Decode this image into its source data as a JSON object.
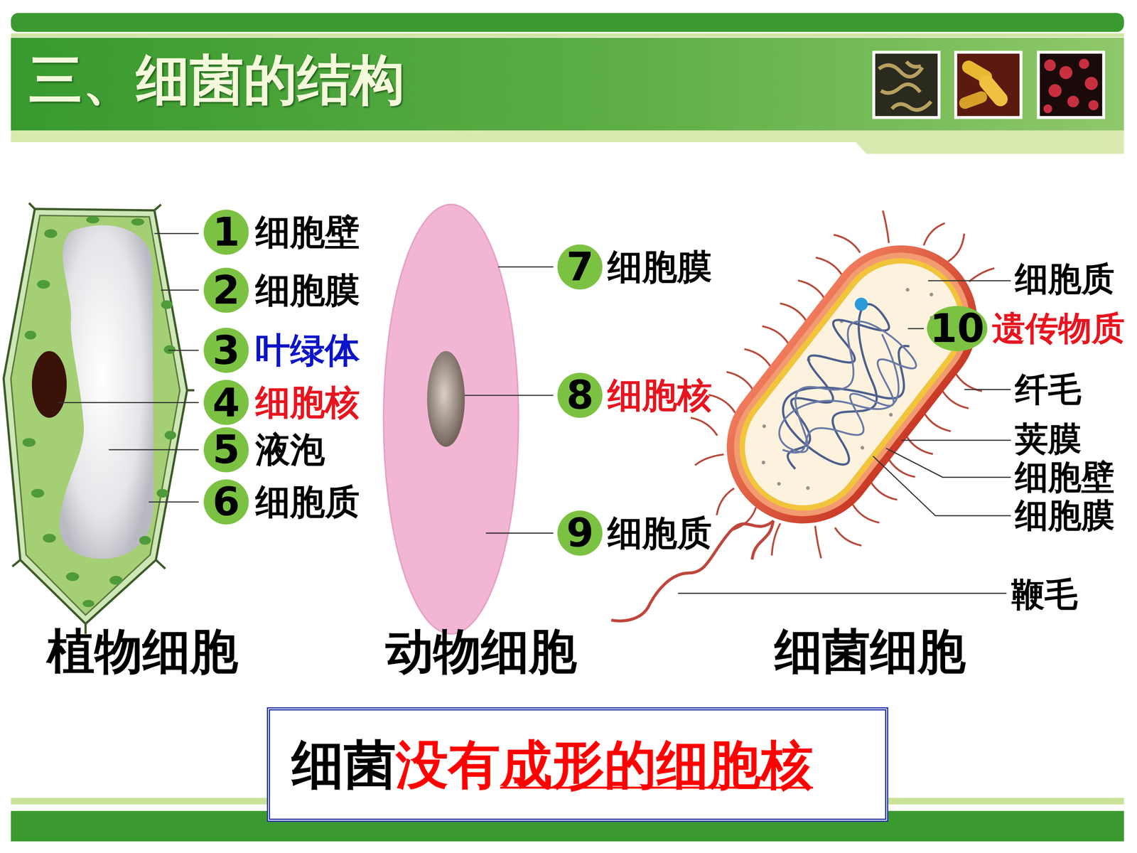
{
  "diagram": {
    "title": "三、细菌的结构",
    "nodes": [
      {
        "text": [
          "1"
        ]
      },
      {
        "text": [
          "2"
        ]
      },
      {
        "text": [
          "3"
        ]
      },
      {
        "text": [
          "4"
        ]
      },
      {
        "text": [
          "5"
        ]
      },
      {
        "text": [
          "6"
        ]
      },
      {
        "text": [
          "7"
        ]
      },
      {
        "text": [
          "8"
        ]
      },
      {
        "text": [
          "9"
        ]
      },
      {
        "text": [
          "10"
        ]
      },
      {
        "text": [
          "细菌",
          "没有",
          "成形的细胞核"
        ]
      }
    ],
    "labels": [
      "细胞壁",
      "细胞膜",
      "叶绿体",
      "细胞核",
      "液泡",
      "细胞质",
      "细胞膜",
      "细胞核",
      "细胞质",
      "细胞质",
      "遗传物质",
      "纤毛",
      "荚膜",
      "细胞壁",
      "细胞膜",
      "鞭毛",
      "植物细胞",
      "动物细胞",
      "细菌细胞"
    ]
  }
}
